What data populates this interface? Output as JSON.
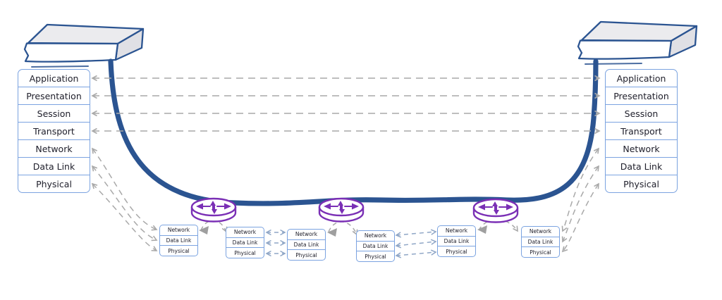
{
  "hosts": {
    "left": {
      "layers": [
        "Application",
        "Presentation",
        "Session",
        "Transport",
        "Network",
        "Data Link",
        "Physical"
      ]
    },
    "right": {
      "layers": [
        "Application",
        "Presentation",
        "Session",
        "Transport",
        "Network",
        "Data Link",
        "Physical"
      ]
    }
  },
  "relays": [
    {
      "layers": [
        "Network",
        "Data Link",
        "Physical"
      ]
    },
    {
      "layers": [
        "Network",
        "Data Link",
        "Physical"
      ]
    },
    {
      "layers": [
        "Network",
        "Data Link",
        "Physical"
      ]
    },
    {
      "layers": [
        "Network",
        "Data Link",
        "Physical"
      ]
    },
    {
      "layers": [
        "Network",
        "Data Link",
        "Physical"
      ]
    },
    {
      "layers": [
        "Network",
        "Data Link",
        "Physical"
      ]
    }
  ],
  "icons": {
    "router": "router-icon",
    "host_device": "computer-icon"
  },
  "colors": {
    "wire_blue": "#2b5491",
    "router_purple": "#7a2fb5",
    "stack_border": "#7ba3e0",
    "dash_gray": "#a9a9a9",
    "dash_blue": "#8fa6c6",
    "ink": "#20202c"
  }
}
